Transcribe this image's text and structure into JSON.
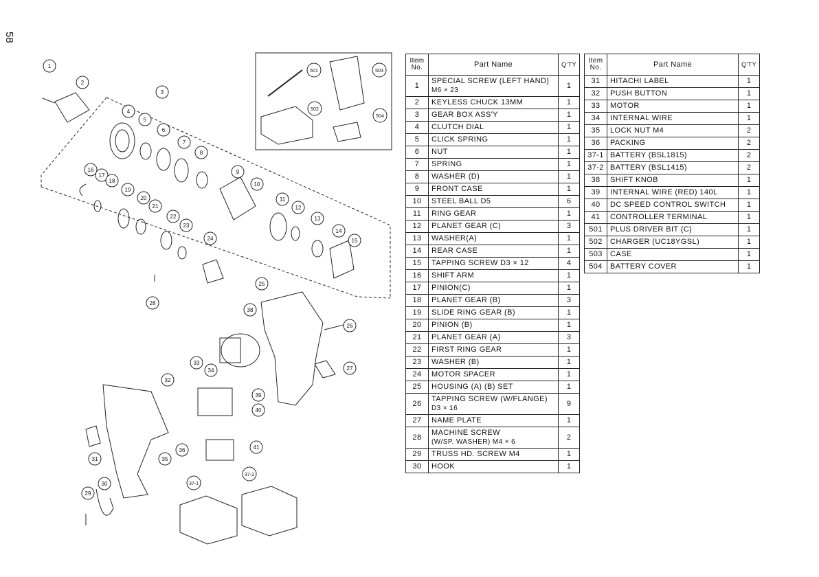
{
  "page": {
    "number": "58"
  },
  "table": {
    "col_item": "Item No.",
    "col_item_line1": "Item",
    "col_item_line2": "No.",
    "col_part": "Part Name",
    "col_qty": "Q'TY"
  },
  "parts_left": [
    {
      "no": "1",
      "name": "SPECIAL SCREW (LEFT HAND)",
      "name2": "M6 × 23",
      "qty": "1"
    },
    {
      "no": "2",
      "name": "KEYLESS CHUCK 13MM",
      "qty": "1"
    },
    {
      "no": "3",
      "name": "GEAR BOX ASS'Y",
      "qty": "1"
    },
    {
      "no": "4",
      "name": "CLUTCH DIAL",
      "qty": "1"
    },
    {
      "no": "5",
      "name": "CLICK SPRING",
      "qty": "1"
    },
    {
      "no": "6",
      "name": "NUT",
      "qty": "1"
    },
    {
      "no": "7",
      "name": "SPRING",
      "qty": "1"
    },
    {
      "no": "8",
      "name": "WASHER (D)",
      "qty": "1"
    },
    {
      "no": "9",
      "name": "FRONT CASE",
      "qty": "1"
    },
    {
      "no": "10",
      "name": "STEEL BALL D5",
      "qty": "6"
    },
    {
      "no": "11",
      "name": "RING GEAR",
      "qty": "1"
    },
    {
      "no": "12",
      "name": "PLANET GEAR (C)",
      "qty": "3"
    },
    {
      "no": "13",
      "name": "WASHER(A)",
      "qty": "1"
    },
    {
      "no": "14",
      "name": "REAR CASE",
      "qty": "1"
    },
    {
      "no": "15",
      "name": "TAPPING SCREW D3 × 12",
      "qty": "4"
    },
    {
      "no": "16",
      "name": "SHIFT ARM",
      "qty": "1"
    },
    {
      "no": "17",
      "name": "PINION(C)",
      "qty": "1"
    },
    {
      "no": "18",
      "name": "PLANET GEAR (B)",
      "qty": "3"
    },
    {
      "no": "19",
      "name": "SLIDE RING GEAR (B)",
      "qty": "1"
    },
    {
      "no": "20",
      "name": "PINION (B)",
      "qty": "1"
    },
    {
      "no": "21",
      "name": "PLANET GEAR (A)",
      "qty": "3"
    },
    {
      "no": "22",
      "name": "FIRST RING GEAR",
      "qty": "1"
    },
    {
      "no": "23",
      "name": "WASHER (B)",
      "qty": "1"
    },
    {
      "no": "24",
      "name": "MOTOR SPACER",
      "qty": "1"
    },
    {
      "no": "25",
      "name": "HOUSING (A) (B) SET",
      "qty": "1"
    },
    {
      "no": "26",
      "name": "TAPPING SCREW (W/FLANGE)",
      "name2": "D3 × 16",
      "qty": "9"
    },
    {
      "no": "27",
      "name": "NAME PLATE",
      "qty": "1"
    },
    {
      "no": "28",
      "name": "MACHINE SCREW",
      "name2": "(W/SP. WASHER) M4 × 6",
      "qty": "2"
    },
    {
      "no": "29",
      "name": "TRUSS HD. SCREW M4",
      "qty": "1"
    },
    {
      "no": "30",
      "name": "HOOK",
      "qty": "1"
    }
  ],
  "parts_right": [
    {
      "no": "31",
      "name": "HITACHI LABEL",
      "qty": "1"
    },
    {
      "no": "32",
      "name": "PUSH BUTTON",
      "qty": "1"
    },
    {
      "no": "33",
      "name": "MOTOR",
      "qty": "1"
    },
    {
      "no": "34",
      "name": "INTERNAL WIRE",
      "qty": "1"
    },
    {
      "no": "35",
      "name": "LOCK NUT M4",
      "qty": "2"
    },
    {
      "no": "36",
      "name": "PACKING",
      "qty": "2"
    },
    {
      "no": "37-1",
      "name": "BATTERY (BSL1815)",
      "qty": "2"
    },
    {
      "no": "37-2",
      "name": "BATTERY (BSL1415)",
      "qty": "2"
    },
    {
      "no": "38",
      "name": "SHIFT KNOB",
      "qty": "1"
    },
    {
      "no": "39",
      "name": "INTERNAL WIRE (RED) 140L",
      "qty": "1"
    },
    {
      "no": "40",
      "name": "DC SPEED CONTROL SWITCH",
      "qty": "1"
    },
    {
      "no": "41",
      "name": "CONTROLLER TERMINAL",
      "qty": "1"
    },
    {
      "no": "501",
      "name": "PLUS DRIVER BIT (C)",
      "qty": "1"
    },
    {
      "no": "502",
      "name": "CHARGER (UC18YGSL)",
      "qty": "1"
    },
    {
      "no": "503",
      "name": "CASE",
      "qty": "1"
    },
    {
      "no": "504",
      "name": "BATTERY COVER",
      "qty": "1"
    }
  ],
  "callouts": [
    "1",
    "2",
    "3",
    "4",
    "5",
    "6",
    "7",
    "8",
    "9",
    "10",
    "11",
    "12",
    "13",
    "14",
    "15",
    "16",
    "17",
    "18",
    "19",
    "20",
    "21",
    "22",
    "23",
    "24",
    "25",
    "26",
    "27",
    "28",
    "29",
    "30",
    "31",
    "32",
    "33",
    "34",
    "35",
    "36",
    "37-1",
    "37-2",
    "38",
    "39",
    "40",
    "41",
    "501",
    "502",
    "503",
    "504"
  ]
}
